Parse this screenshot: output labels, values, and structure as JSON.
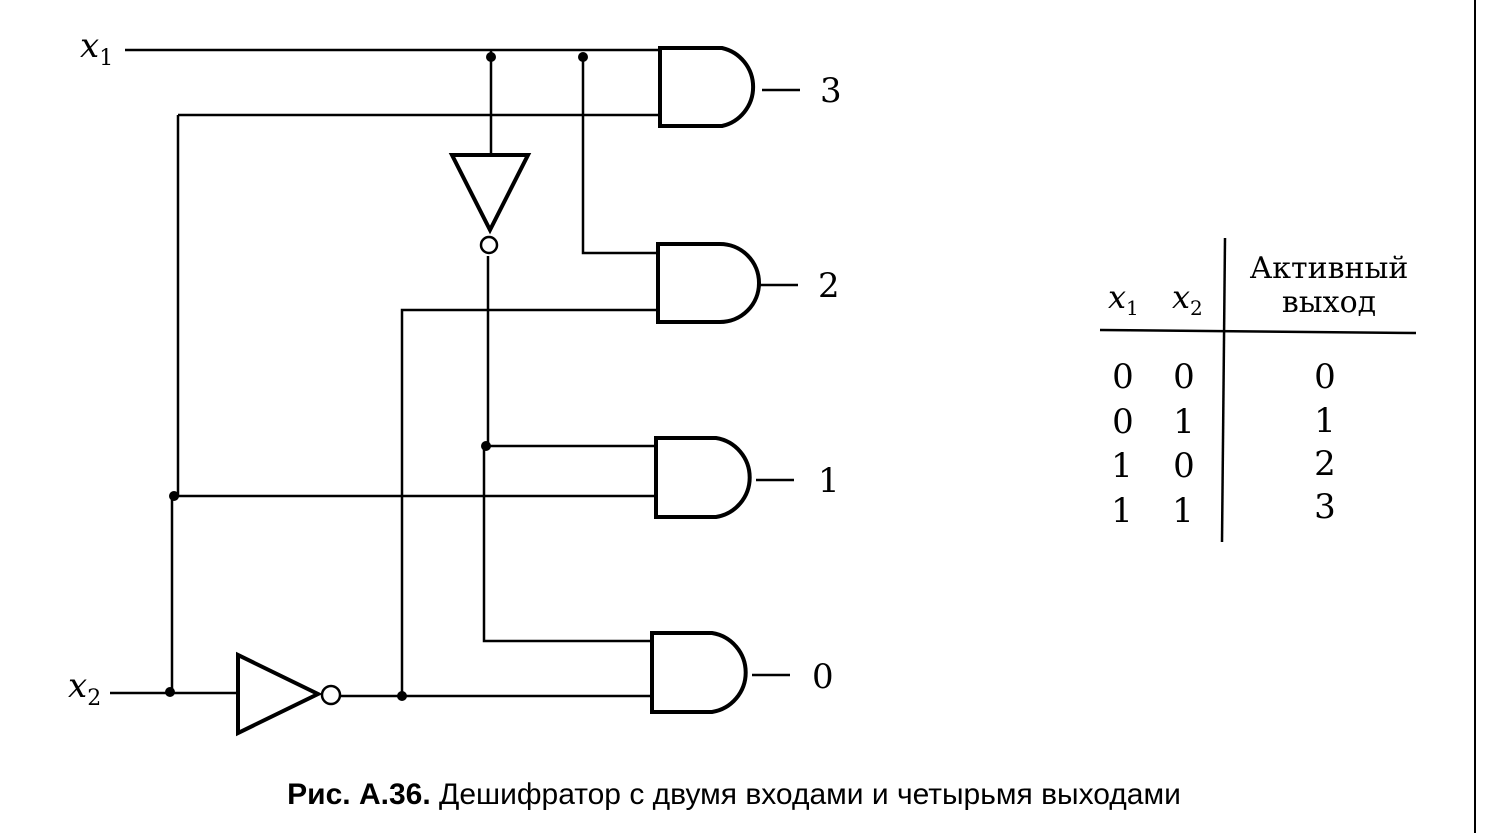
{
  "diagram": {
    "inputs": [
      {
        "name": "x",
        "sub": "1"
      },
      {
        "name": "x",
        "sub": "2"
      }
    ],
    "outputs": [
      "3",
      "2",
      "1",
      "0"
    ]
  },
  "table": {
    "headers": {
      "x1": "x",
      "x1_sub": "1",
      "x2": "x",
      "x2_sub": "2",
      "out_line1": "Активный",
      "out_line2": "выход"
    },
    "rows": [
      {
        "x1": "0",
        "x2": "0",
        "out": "0"
      },
      {
        "x1": "0",
        "x2": "1",
        "out": "1"
      },
      {
        "x1": "1",
        "x2": "0",
        "out": "2"
      },
      {
        "x1": "1",
        "x2": "1",
        "out": "3"
      }
    ]
  },
  "caption": {
    "label": "Рис. А.36.",
    "text": "Дешифратор с двумя входами и четырьмя выходами"
  }
}
